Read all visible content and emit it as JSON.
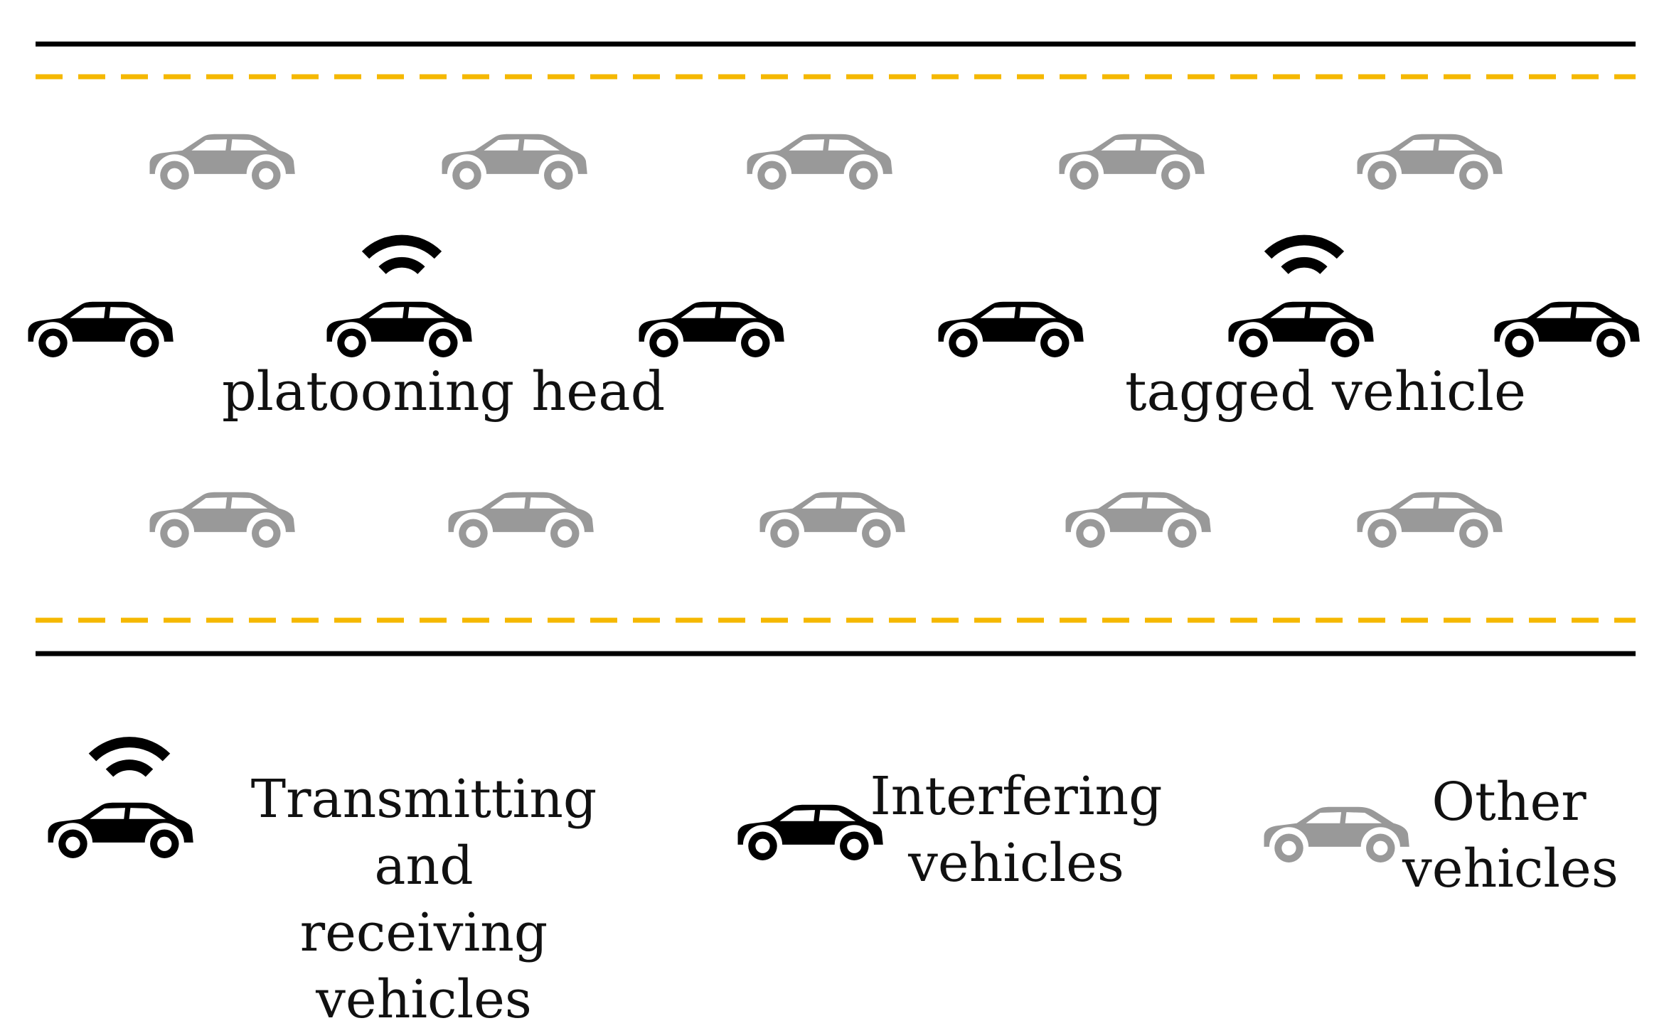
{
  "colors": {
    "road_edge": "#000000",
    "lane_marking": "#F5B800",
    "interfering_vehicle": "#000000",
    "other_vehicle": "#999999",
    "background": "#ffffff"
  },
  "icons": {
    "vehicle": "car-icon",
    "wireless": "wifi-icon"
  },
  "road": {
    "labels": {
      "platoon_head": "platooning head",
      "tagged": "tagged vehicle"
    },
    "lanes": {
      "upper_other_count": 5,
      "middle_vehicle_count": 6,
      "lower_other_count": 5
    }
  },
  "legend": {
    "transmitting": {
      "line1": "Transmitting and",
      "line2": "receiving vehicles"
    },
    "interfering": {
      "line1": "Interfering",
      "line2": "vehicles"
    },
    "other": {
      "line1": "Other",
      "line2": "vehicles"
    }
  }
}
